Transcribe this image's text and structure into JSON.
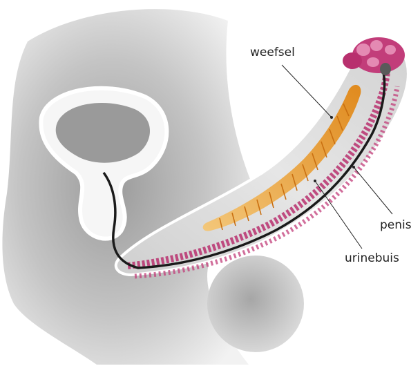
{
  "labels": {
    "weefsel": "weefsel",
    "penis": "penis",
    "urinebuis": "urinebuis"
  },
  "colors": {
    "skin_dark": "#8e8e8e",
    "skin_mid": "#b8b8b8",
    "skin_light": "#e2e2e2",
    "cavity": "#f4f4f4",
    "erectile_tissue": "#e89a2a",
    "spongy_tissue": "#b8306e",
    "urethra": "#1a1a1a",
    "leader_line": "#222222"
  }
}
